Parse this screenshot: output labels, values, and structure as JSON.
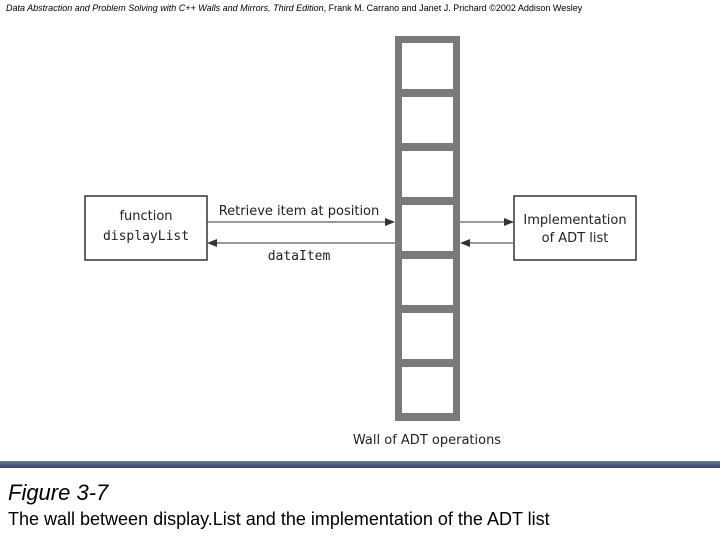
{
  "header": {
    "book_title": "Data Abstraction and Problem Solving with C++ Walls and Mirrors, Third Edition",
    "authors_rest": ", Frank M. Carrano and Janet J. Prichard  ©2002 Addison Wesley"
  },
  "diagram": {
    "left_box": {
      "line1": "function",
      "line2": "displayList"
    },
    "right_box": {
      "line1": "Implementation",
      "line2": "of ADT list"
    },
    "arrow_top_label": "Retrieve item at position",
    "arrow_bottom_label": "dataItem",
    "wall_label": "Wall of ADT operations"
  },
  "figure": {
    "label": "Figure 3-7",
    "caption": "The wall between display.List and the implementation of the ADT list"
  },
  "colors": {
    "wall": "#7a7a7a",
    "separator": "#48587a"
  }
}
